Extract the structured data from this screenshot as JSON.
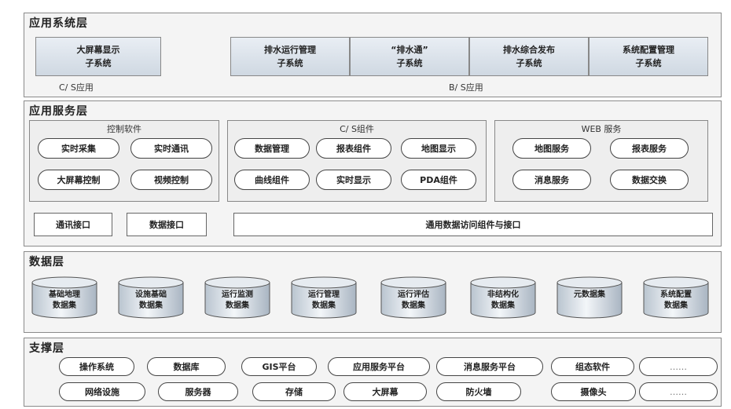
{
  "application_layer": {
    "title": "应用系统层",
    "subsystems": [
      "大屏幕显示\n子系统",
      "排水运行管理\n子系统",
      "“排水通”\n子系统",
      "排水综合发布\n子系统",
      "系统配置管理\n子系统"
    ],
    "cs_label": "C/ S应用",
    "bs_label": "B/ S应用"
  },
  "service_layer": {
    "title": "应用服务层",
    "control": {
      "title": "控制软件",
      "items": [
        "实时采集",
        "实时通讯",
        "大屏幕控制",
        "视频控制"
      ]
    },
    "cs_components": {
      "title": "C/ S组件",
      "items": [
        "数据管理",
        "报表组件",
        "地图显示",
        "曲线组件",
        "实时显示",
        "PDA组件"
      ]
    },
    "web_services": {
      "title": "WEB 服务",
      "items": [
        "地图服务",
        "报表服务",
        "消息服务",
        "数据交换"
      ]
    },
    "interfaces": [
      "通讯接口",
      "数据接口"
    ],
    "common_access": "通用数据访问组件与接口"
  },
  "data_layer": {
    "title": "数据层",
    "datasets": [
      "基础地理\n数据集",
      "设施基础\n数据集",
      "运行监测\n数据集",
      "运行管理\n数据集",
      "运行评估\n数据集",
      "非结构化\n数据集",
      "元数据集",
      "系统配置\n数据集"
    ]
  },
  "support_layer": {
    "title": "支撑层",
    "row1": [
      "操作系统",
      "数据库",
      "GIS平台",
      "应用服务平台",
      "消息服务平台",
      "组态软件",
      "……"
    ],
    "row2": [
      "网络设施",
      "服务器",
      "存储",
      "大屏幕",
      "防火墙",
      "摄像头",
      "……"
    ]
  }
}
